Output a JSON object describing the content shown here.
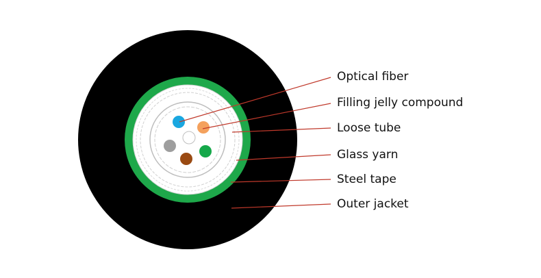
{
  "labels": {
    "optical_fiber": "Optical fiber",
    "filling_jelly_compound": "Filling jelly compound",
    "loose_tube": "Loose tube",
    "glass_yarn": "Glass yarn",
    "steel_tape": "Steel tape",
    "outer_jacket": "Outer jacket"
  },
  "colors": {
    "outer_jacket": "#000000",
    "steel_tape": "#1ea84a",
    "leader_line": "#c0392b",
    "fiber_blue": "#1aa7e0",
    "fiber_orange": "#f4a15d",
    "fiber_gray": "#9e9e9e",
    "fiber_green": "#15a84a",
    "fiber_brown": "#9a4a12"
  }
}
